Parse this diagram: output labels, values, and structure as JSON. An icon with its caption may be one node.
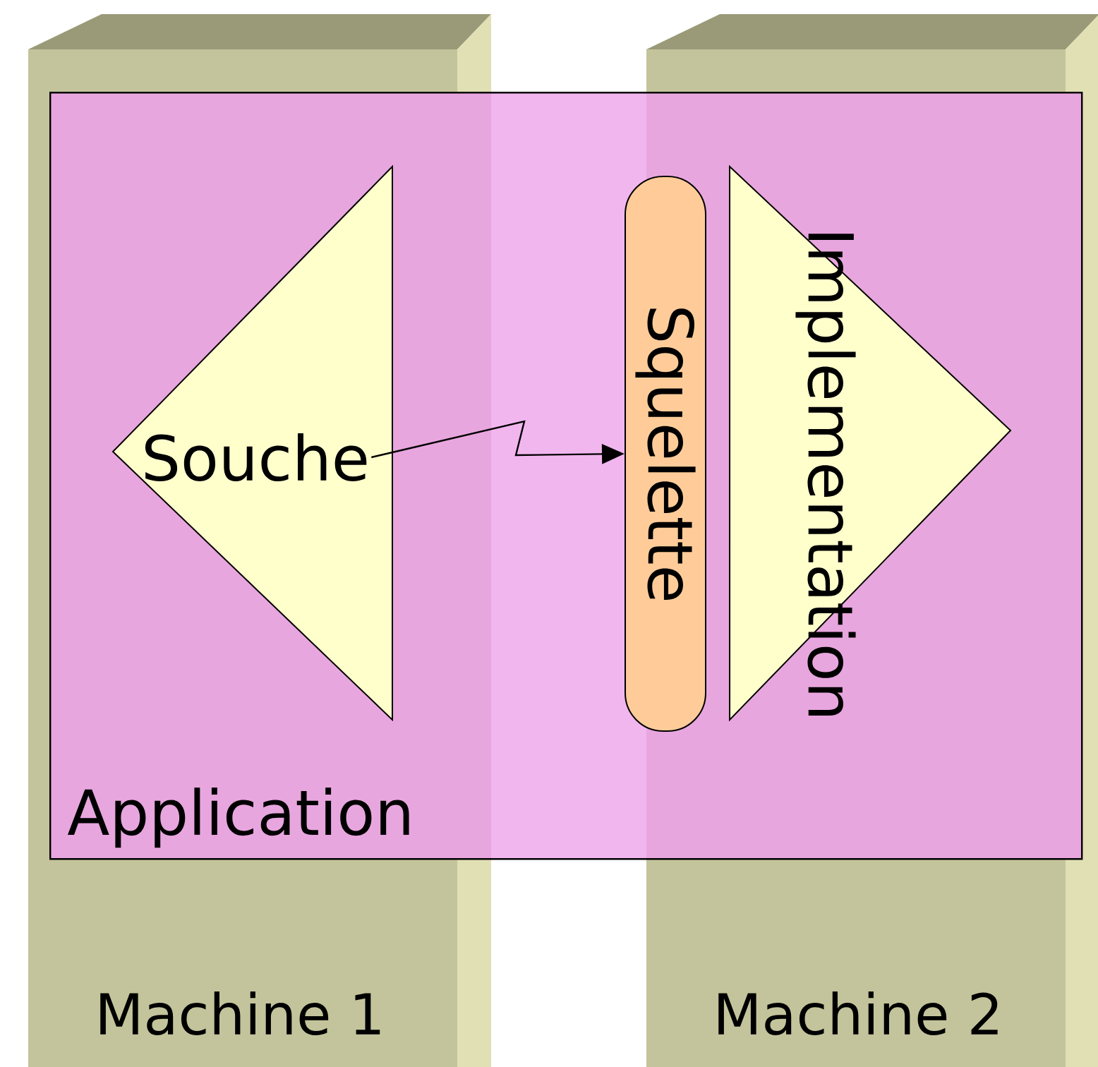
{
  "diagram": {
    "nodes": [
      {
        "text": [
          "Machine 1"
        ]
      },
      {
        "text": [
          "Machine 2"
        ]
      },
      {
        "text": [
          "Application"
        ]
      },
      {
        "text": [
          "Souche"
        ],
        "in": 2
      },
      {
        "text": [
          "Squelette"
        ],
        "in": 2
      },
      {
        "text": [
          "Implementation"
        ],
        "in": 2
      }
    ],
    "edges": [
      {
        "from": 3,
        "to": 4,
        "arrow": "to"
      }
    ]
  }
}
